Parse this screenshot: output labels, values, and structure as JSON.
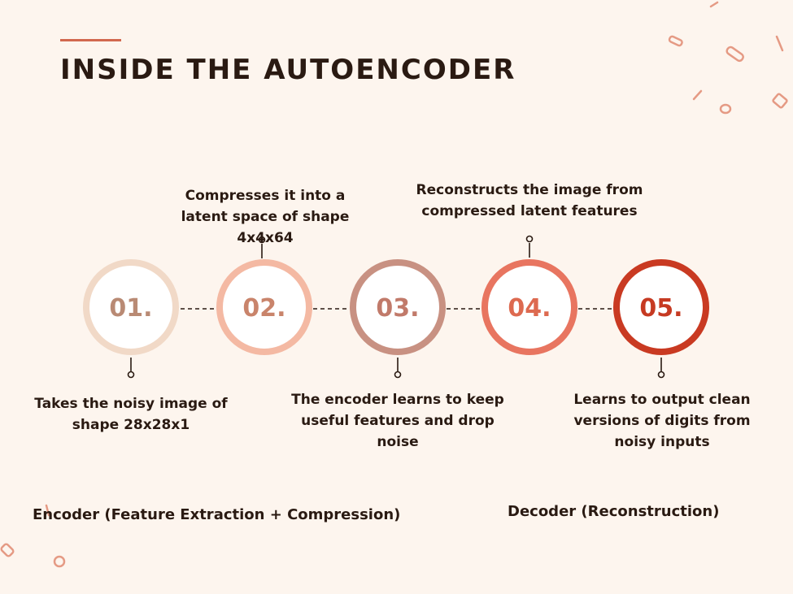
{
  "title": "INSIDE THE AUTOENCODER",
  "steps": [
    {
      "number": "01.",
      "caption": "Takes the noisy image of shape 28x28x1",
      "ring_color": "#f1d9c7",
      "text_color": "#b98a74"
    },
    {
      "number": "02.",
      "caption": "Compresses it into a latent space of shape 4x4x64",
      "ring_color": "#f4b9a3",
      "text_color": "#c9846b"
    },
    {
      "number": "03.",
      "caption": "The encoder learns to keep useful features and drop noise",
      "ring_color": "#c89182",
      "text_color": "#c17a6a"
    },
    {
      "number": "04.",
      "caption": "Reconstructs the image from compressed latent features",
      "ring_color": "#e87560",
      "text_color": "#dd6a50"
    },
    {
      "number": "05.",
      "caption": "Learns to output clean versions of digits from noisy inputs",
      "ring_color": "#c93a22",
      "text_color": "#c63a22"
    }
  ],
  "groups": {
    "encoder": "Encoder (Feature Extraction + Compression)",
    "decoder": "Decoder (Reconstruction)"
  },
  "colors": {
    "background": "#fdf5ee",
    "accent": "#d2684e",
    "text": "#2a1a12"
  }
}
